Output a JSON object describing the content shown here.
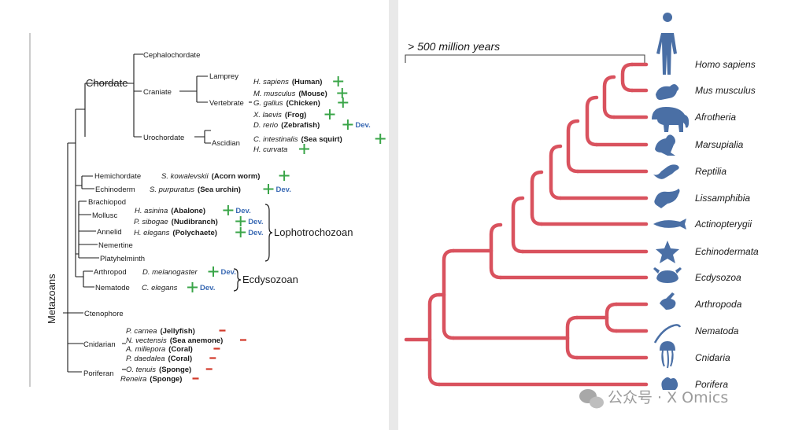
{
  "left_tree": {
    "root_label": "Metazoans",
    "groups": {
      "chordate": "Chordate",
      "cephalochordate": "Cephalochordate",
      "craniate": "Craniate",
      "lamprey": "Lamprey",
      "vertebrate": "Vertebrate",
      "urochordate": "Urochordate",
      "ascidian": "Ascidian",
      "hemichordate": "Hemichordate",
      "echinoderm": "Echinoderm",
      "brachiopod": "Brachiopod",
      "mollusc": "Mollusc",
      "annelid": "Annelid",
      "nemertine": "Nemertine",
      "platyhelminth": "Platyhelminth",
      "arthropod": "Arthropod",
      "nematode": "Nematode",
      "ctenophore": "Ctenophore",
      "cnidarian": "Cnidarian",
      "poriferan": "Poriferan"
    },
    "clades": {
      "lophotrochozoan": "Lophotrochozoan",
      "ecdysozoan": "Ecdysozoan"
    },
    "dev_label": "Dev.",
    "species": [
      {
        "id": "h-sapiens",
        "sci": "H. sapiens",
        "common": "(Human)",
        "mark": "plus",
        "dev": false
      },
      {
        "id": "m-musculus",
        "sci": "M. musculus",
        "common": "(Mouse)",
        "mark": "plus",
        "dev": false
      },
      {
        "id": "g-gallus",
        "sci": "G. gallus",
        "common": "(Chicken)",
        "mark": "plus",
        "dev": false
      },
      {
        "id": "x-laevis",
        "sci": "X. laevis",
        "common": "(Frog)",
        "mark": "plus",
        "dev": false
      },
      {
        "id": "d-rerio",
        "sci": "D. rerio",
        "common": "(Zebrafish)",
        "mark": "plus",
        "dev": true
      },
      {
        "id": "c-intestinalis",
        "sci": "C. intestinalis",
        "common": "(Sea squirt)",
        "mark": "plus",
        "dev": false
      },
      {
        "id": "h-curvata",
        "sci": "H. curvata",
        "common": "",
        "mark": "plus",
        "dev": false
      },
      {
        "id": "s-kowalevskii",
        "sci": "S. kowalevskii",
        "common": "(Acorn worm)",
        "mark": "plus",
        "dev": false
      },
      {
        "id": "s-purpuratus",
        "sci": "S. purpuratus",
        "common": "(Sea urchin)",
        "mark": "plus",
        "dev": true
      },
      {
        "id": "h-asinina",
        "sci": "H. asinina",
        "common": "(Abalone)",
        "mark": "plus",
        "dev": true
      },
      {
        "id": "p-sibogae",
        "sci": "P. sibogae",
        "common": "(Nudibranch)",
        "mark": "plus",
        "dev": true
      },
      {
        "id": "h-elegans",
        "sci": "H. elegans",
        "common": "(Polychaete)",
        "mark": "plus",
        "dev": true
      },
      {
        "id": "d-melanogaster",
        "sci": "D. melanogaster",
        "common": "",
        "mark": "plus",
        "dev": true
      },
      {
        "id": "c-elegans",
        "sci": "C. elegans",
        "common": "",
        "mark": "plus",
        "dev": true
      },
      {
        "id": "p-carnea",
        "sci": "P. carnea",
        "common": "(Jellyfish)",
        "mark": "minus",
        "dev": false
      },
      {
        "id": "n-vectensis",
        "sci": "N. vectensis",
        "common": "(Sea anemone)",
        "mark": "minus",
        "dev": false
      },
      {
        "id": "a-millepora",
        "sci": "A. millepora",
        "common": "(Coral)",
        "mark": "minus",
        "dev": false
      },
      {
        "id": "p-daedalea",
        "sci": "P. daedalea",
        "common": "(Coral)",
        "mark": "minus",
        "dev": false
      },
      {
        "id": "o-tenuis",
        "sci": "O. tenuis",
        "common": "(Sponge)",
        "mark": "minus",
        "dev": false
      },
      {
        "id": "reneira",
        "sci": "Reneira",
        "common": "(Sponge)",
        "mark": "minus",
        "dev": false
      }
    ],
    "colors": {
      "line": "#1a1a1a",
      "plus": "#3aa548",
      "minus": "#d23a2a",
      "dev": "#3a6ab4"
    }
  },
  "right_tree": {
    "timescale_label": "> 500 million years",
    "taxa": [
      "Homo sapiens",
      "Mus musculus",
      "Afrotheria",
      "Marsupialia",
      "Reptilia",
      "Lissamphibia",
      "Actinopterygii",
      "Echinodermata",
      "Ecdysozoa",
      "Arthropoda",
      "Nematoda",
      "Cnidaria",
      "Porifera"
    ],
    "silhouettes": [
      "human-silhouette-icon",
      "mouse-silhouette-icon",
      "elephant-silhouette-icon",
      "kangaroo-silhouette-icon",
      "lizard-silhouette-icon",
      "frog-silhouette-icon",
      "fish-silhouette-icon",
      "starfish-silhouette-icon",
      "crab-silhouette-icon",
      "fly-silhouette-icon",
      "worm-silhouette-icon",
      "jellyfish-silhouette-icon",
      "sponge-silhouette-icon"
    ],
    "colors": {
      "branch": "#d9525e",
      "silhouette": "#4a6fa5"
    }
  },
  "watermark": {
    "text": "公众号 · X Omics",
    "icon": "wechat-icon"
  }
}
